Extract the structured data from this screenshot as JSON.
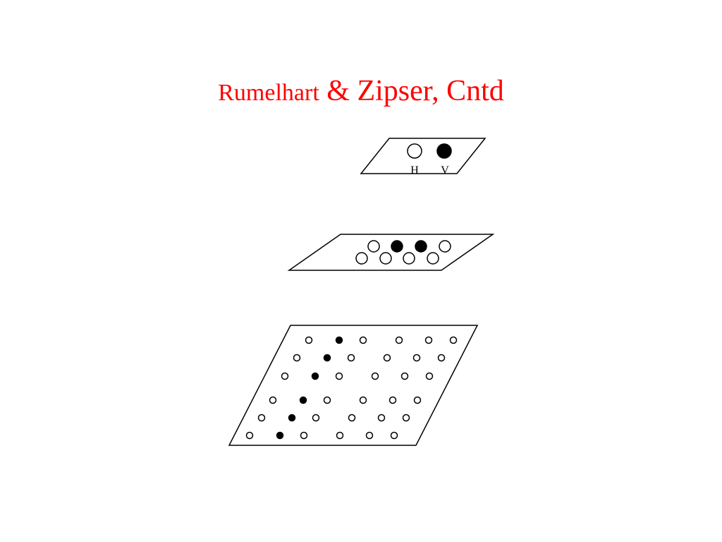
{
  "title": {
    "part1": "Rumelhart",
    "part2": " & Zipser, Cntd"
  },
  "top_layer": {
    "units": [
      {
        "label": "H",
        "active": false
      },
      {
        "label": "V",
        "active": true
      }
    ]
  },
  "middle_layer": {
    "upper_row": [
      false,
      true,
      true,
      false
    ],
    "lower_row": [
      false,
      false,
      false,
      false
    ]
  },
  "bottom_layer": {
    "rows": [
      [
        false,
        true,
        false,
        false,
        false,
        false
      ],
      [
        false,
        true,
        false,
        false,
        false,
        false
      ],
      [
        false,
        true,
        false,
        false,
        false,
        false
      ],
      [
        false,
        true,
        false,
        false,
        false,
        false
      ],
      [
        false,
        true,
        false,
        false,
        false,
        false
      ],
      [
        false,
        true,
        false,
        false,
        false,
        false
      ]
    ]
  },
  "colors": {
    "title": "#ff0000",
    "stroke": "#000000",
    "active_fill": "#000000",
    "inactive_fill": "#ffffff"
  }
}
